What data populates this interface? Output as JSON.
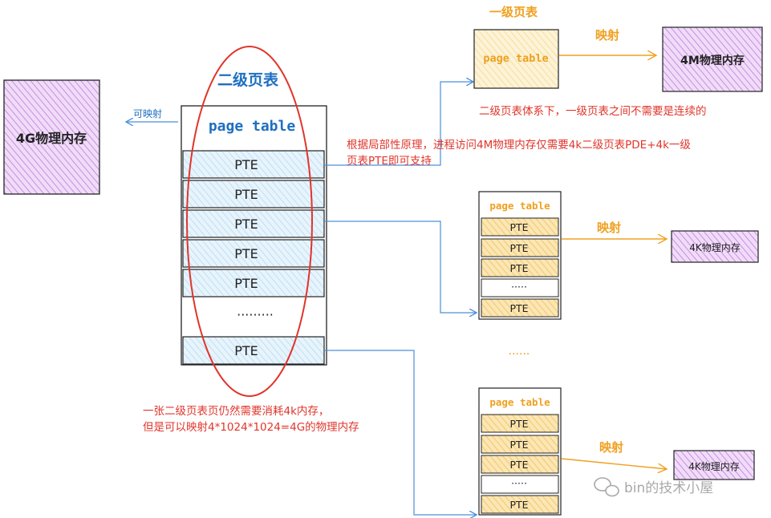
{
  "second_level": {
    "title": "二级页表",
    "page_table_label": "page table",
    "entries": [
      "PTE",
      "PTE",
      "PTE",
      "PTE",
      "PTE",
      "PTE"
    ],
    "ellipsis": "·········",
    "note_line1": "一张二级页表页仍然需要消耗4k内存，",
    "note_line2": "但是可以映射4*1024*1024=4G的物理内存"
  },
  "left_memory": {
    "label": "4G物理内存",
    "arrow_label": "可映射"
  },
  "first_level": {
    "title": "一级页表",
    "page_table_label": "page table",
    "map_label": "映射",
    "memory_label": "4M物理内存",
    "note": "二级页表体系下，一级页表之间不需要是连续的"
  },
  "locality_note": {
    "line1": "根据局部性原理，进程访问4M物理内存仅需要4k二级页表PDE+4k一级",
    "line2": "页表PTE即可支持"
  },
  "small_tables": [
    {
      "page_table_label": "page table",
      "entries": [
        "PTE",
        "PTE",
        "PTE",
        "·····",
        "PTE"
      ],
      "map_label": "映射",
      "memory_label": "4K物理内存"
    },
    {
      "page_table_label": "page table",
      "entries": [
        "PTE",
        "PTE",
        "PTE",
        "·····",
        "PTE"
      ],
      "map_label": "映射",
      "memory_label": "4K物理内存"
    }
  ],
  "between_dots": "······",
  "watermark": "bin的技术小屋",
  "colors": {
    "blue_text": "#1e6fc0",
    "orange": "#f0a020",
    "red": "#e0352b",
    "purple_fill": "#e6c6f2",
    "yellow_fill": "#fcecc4",
    "blue_fill": "#d8ecf8",
    "pte_orange_fill": "#f9dea2",
    "arrow_blue": "#4a90d9"
  }
}
